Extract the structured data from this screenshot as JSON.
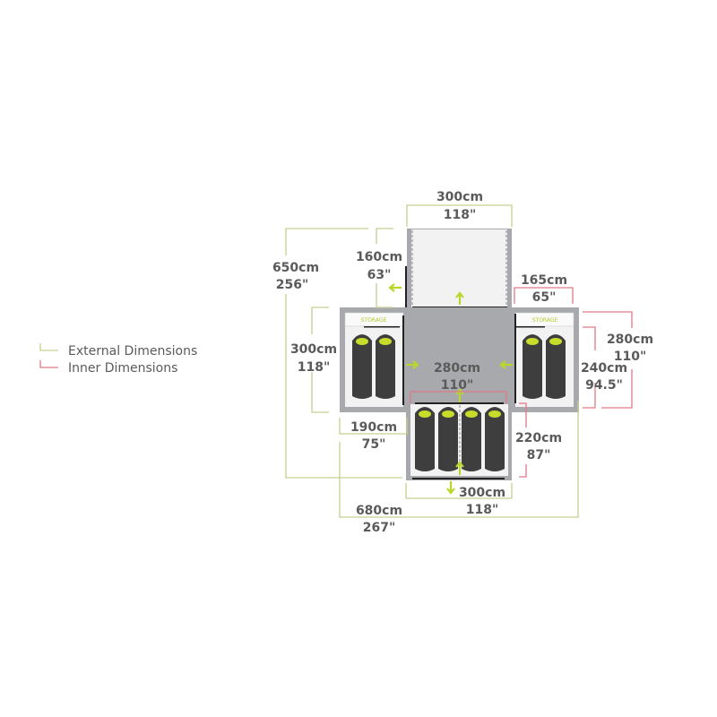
{
  "legend": {
    "external": "External Dimensions",
    "inner": "Inner Dimensions",
    "external_color": "#c3d08f",
    "inner_color": "#e07a88"
  },
  "rooms": {
    "storage_left": "STORAGE",
    "storage_right": "STORAGE"
  },
  "dimensions": {
    "porch_width": {
      "cm": "300cm",
      "in": "118\""
    },
    "porch_depth": {
      "cm": "160cm",
      "in": "63\""
    },
    "total_length": {
      "cm": "650cm",
      "in": "256\""
    },
    "side_room_length": {
      "cm": "300cm",
      "in": "118\""
    },
    "side_room_inner_width": {
      "cm": "165cm",
      "in": "65\""
    },
    "side_room_outer": {
      "cm": "280cm",
      "in": "110\""
    },
    "side_room_inner_length": {
      "cm": "240cm",
      "in": "94.5\""
    },
    "center_inner_width": {
      "cm": "280cm",
      "in": "110\""
    },
    "side_room_width": {
      "cm": "190cm",
      "in": "75\""
    },
    "rear_room_inner_depth": {
      "cm": "220cm",
      "in": "87\""
    },
    "rear_room_width": {
      "cm": "300cm",
      "in": "118\""
    },
    "total_width": {
      "cm": "680cm",
      "in": "267\""
    }
  }
}
